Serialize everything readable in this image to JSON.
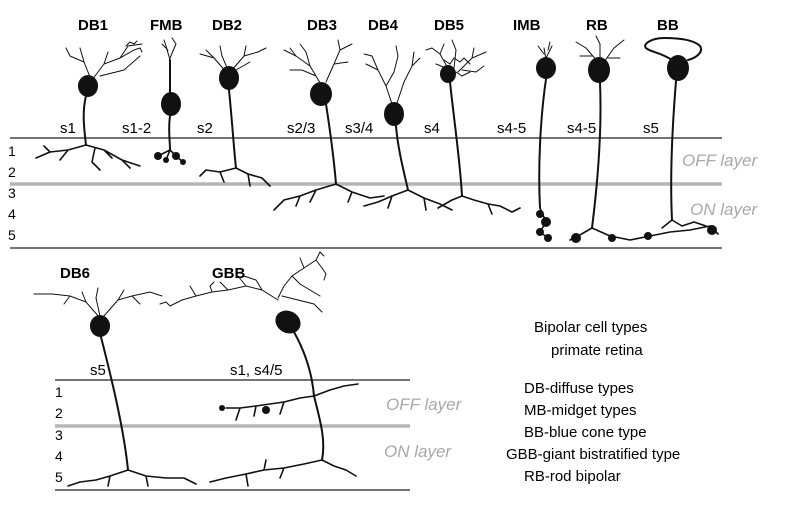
{
  "top_panel": {
    "cells": [
      {
        "label": "DB1",
        "stratification": "s1"
      },
      {
        "label": "FMB",
        "stratification": "s1-2"
      },
      {
        "label": "DB2",
        "stratification": "s2"
      },
      {
        "label": "DB3",
        "stratification": "s2/3"
      },
      {
        "label": "DB4",
        "stratification": "s3/4"
      },
      {
        "label": "DB5",
        "stratification": "s4"
      },
      {
        "label": "IMB",
        "stratification": "s4-5"
      },
      {
        "label": "RB",
        "stratification": "s4-5"
      },
      {
        "label": "BB",
        "stratification": "s5"
      }
    ],
    "layer_numbers": [
      "1",
      "2",
      "3",
      "4",
      "5"
    ],
    "off_layer_label": "OFF layer",
    "on_layer_label": "ON layer"
  },
  "bottom_panel": {
    "cells": [
      {
        "label": "DB6",
        "stratification": "s5"
      },
      {
        "label": "GBB",
        "stratification": "s1, s4/5"
      }
    ],
    "layer_numbers": [
      "1",
      "2",
      "3",
      "4",
      "5"
    ],
    "off_layer_label": "OFF layer",
    "on_layer_label": "ON layer"
  },
  "caption": {
    "title_line1": "Bipolar cell types",
    "title_line2": "primate retina",
    "legend": [
      "DB-diffuse types",
      "MB-midget types",
      "BB-blue cone type",
      "GBB-giant bistratified type",
      "RB-rod bipolar"
    ]
  }
}
